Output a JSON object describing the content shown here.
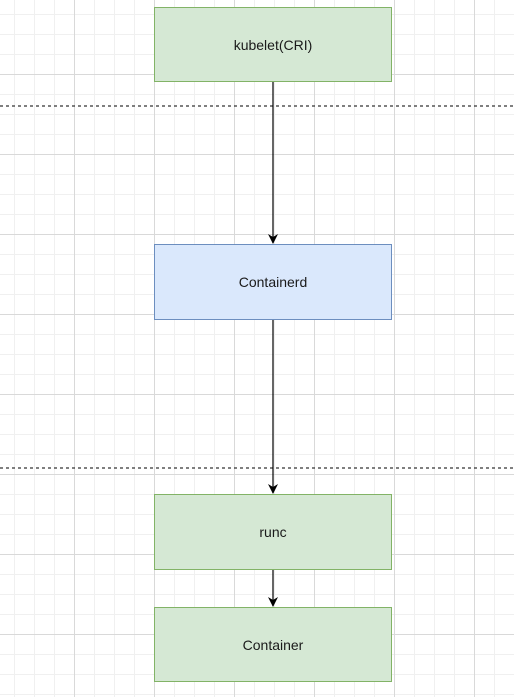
{
  "diagram": {
    "nodes": {
      "kubelet": {
        "label": "kubelet(CRI)",
        "fill": "#d5e8d4",
        "stroke": "#82b366"
      },
      "containerd": {
        "label": "Containerd",
        "fill": "#dae8fc",
        "stroke": "#6c8ebf"
      },
      "runc": {
        "label": "runc",
        "fill": "#d5e8d4",
        "stroke": "#82b366"
      },
      "container": {
        "label": "Container",
        "fill": "#d5e8d4",
        "stroke": "#82b366"
      }
    },
    "edges": [
      {
        "from": "kubelet",
        "to": "containerd"
      },
      {
        "from": "containerd",
        "to": "runc"
      },
      {
        "from": "runc",
        "to": "container"
      }
    ],
    "separator_style": "dashed",
    "grid": true
  }
}
